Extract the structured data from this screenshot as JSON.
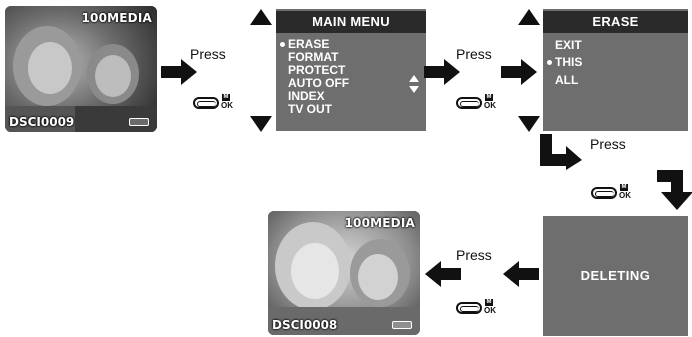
{
  "photo_start": {
    "folder": "100MEDIA",
    "file": "DSCI0009"
  },
  "photo_end": {
    "folder": "100MEDIA",
    "file": "DSCI0008"
  },
  "main_menu": {
    "title": "MAIN  MENU",
    "items": [
      "ERASE",
      "FORMAT",
      "PROTECT",
      "AUTO OFF",
      "INDEX",
      "TV  OUT"
    ],
    "selected_index": 0
  },
  "erase_menu": {
    "title": "ERASE",
    "items": [
      "EXIT",
      "THIS",
      "ALL"
    ],
    "selected_index": 1
  },
  "deleting_screen": {
    "text": "DELETING"
  },
  "press_labels": [
    "Press",
    "Press",
    "Press",
    "Press"
  ],
  "button": {
    "top_label": "M",
    "bottom_label": "OK"
  },
  "colors": {
    "screen_gray": "#6e6e6e",
    "title_bar": "#2a2a2a",
    "arrow": "#111111"
  }
}
